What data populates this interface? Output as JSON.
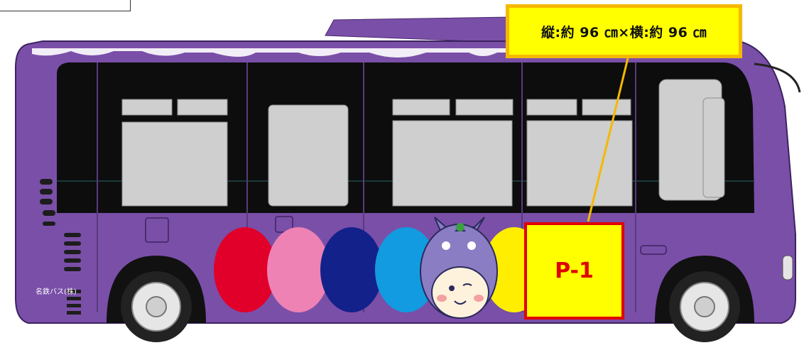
{
  "size_callout": {
    "text": "縦:約 96 ㎝×横:約 96 ㎝"
  },
  "panel": {
    "label": "P-1"
  },
  "bus": {
    "company_mark": "名鉄バス(株)",
    "body_color": "#7a4fa8",
    "roof_trim_color": "#ffffff",
    "window_color": "#0d0d0d",
    "circle_colors": [
      "#e0002a",
      "#ee82b4",
      "#13228a",
      "#129be0",
      "#ffee00"
    ]
  },
  "colors": {
    "callout_fill": "#ffff00",
    "callout_border": "#f5b800",
    "panel_border": "#e00000",
    "leader_line": "#f5b800"
  }
}
